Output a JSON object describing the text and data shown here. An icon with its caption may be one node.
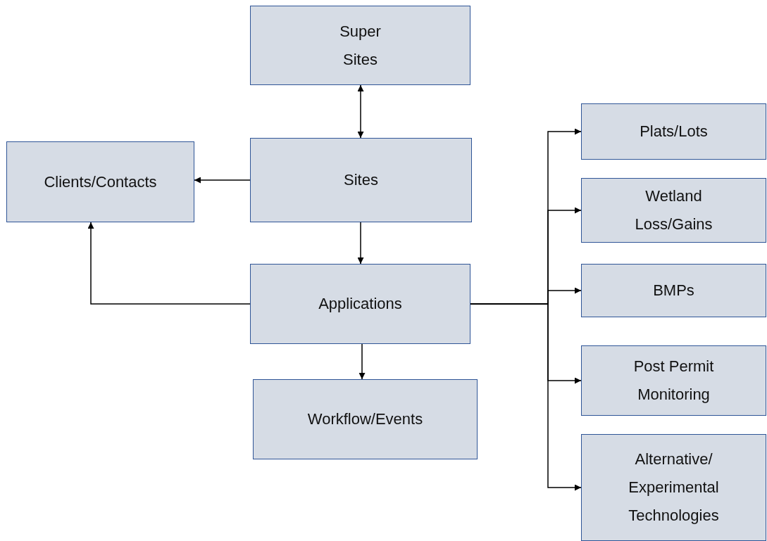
{
  "diagram": {
    "nodes": [
      {
        "text": [
          "Super Sites"
        ]
      },
      {
        "text": [
          "Clients/Contacts"
        ]
      },
      {
        "text": [
          "Sites"
        ]
      },
      {
        "text": [
          "Applications"
        ]
      },
      {
        "text": [
          "Workflow/Events"
        ]
      },
      {
        "text": [
          "Plats/Lots"
        ]
      },
      {
        "text": [
          "Wetland Loss/Gains"
        ]
      },
      {
        "text": [
          "BMPs"
        ]
      },
      {
        "text": [
          "Post Permit Monitoring"
        ]
      },
      {
        "text": [
          "Alternative/ Experimental Technologies"
        ]
      }
    ],
    "edges": [
      {
        "from": 0,
        "to": 2,
        "arrow": "both"
      },
      {
        "from": 2,
        "to": 1,
        "arrow": "to"
      },
      {
        "from": 3,
        "to": 1,
        "arrow": "to"
      },
      {
        "from": 2,
        "to": 3,
        "arrow": "to"
      },
      {
        "from": 3,
        "to": 4,
        "arrow": "to"
      },
      {
        "from": 3,
        "to": 5,
        "arrow": "to"
      },
      {
        "from": 3,
        "to": 6,
        "arrow": "to"
      },
      {
        "from": 3,
        "to": 7,
        "arrow": "to"
      },
      {
        "from": 3,
        "to": 8,
        "arrow": "to"
      },
      {
        "from": 3,
        "to": 9,
        "arrow": "to"
      }
    ]
  }
}
